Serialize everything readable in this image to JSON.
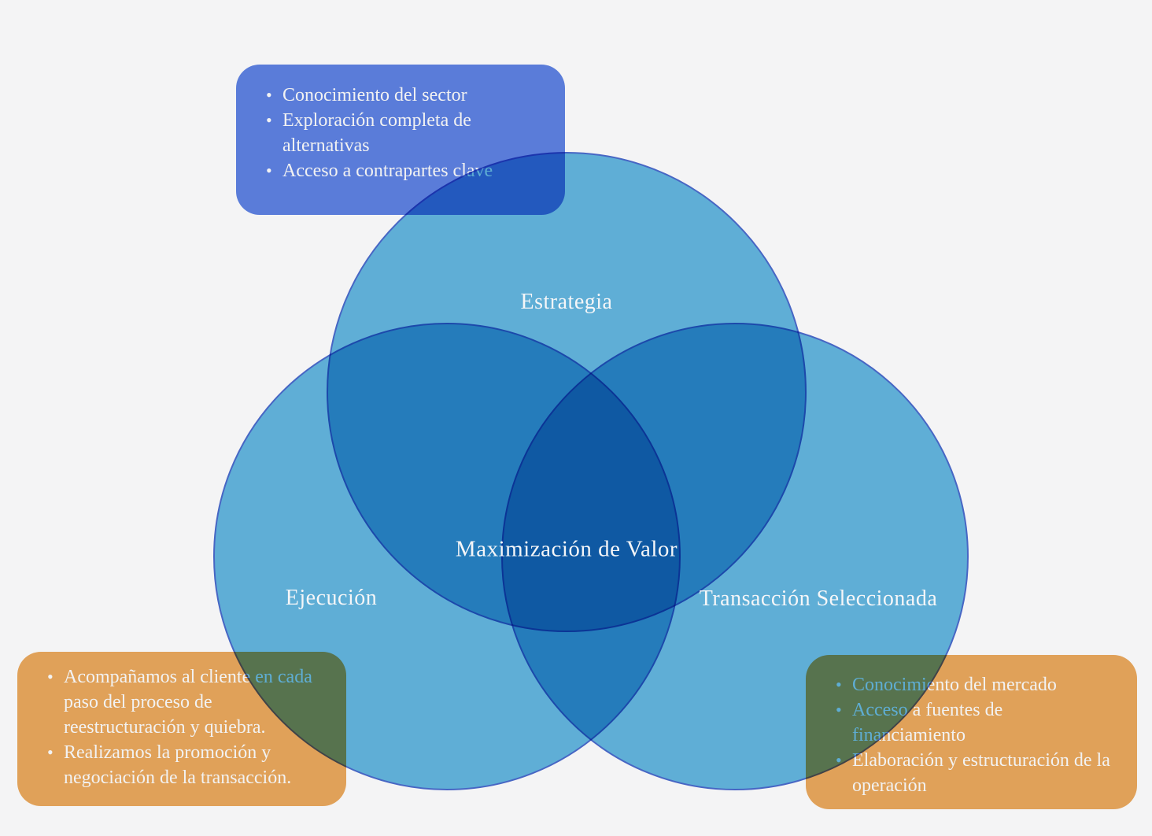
{
  "background": "#f4f4f5",
  "colors": {
    "circle_fill": "#63b6df",
    "circle_stroke": "#4a6acc",
    "blue_box": "#5a7cd9",
    "orange_box": "#e0a159",
    "box_text": "#f2f2f2",
    "label_text": "#f5f6f8"
  },
  "diagram": {
    "type": "venn",
    "center_label": "Maximización de Valor",
    "circles": [
      {
        "id": "estrategia",
        "label": "Estrategia"
      },
      {
        "id": "ejecucion",
        "label": "Ejecución"
      },
      {
        "id": "transaccion",
        "label": "Transacción Seleccionada"
      }
    ],
    "callouts": [
      {
        "id": "estrategia",
        "color": "#5a7cd9",
        "items": [
          "Conocimiento del sector",
          "Exploración completa de alternativas",
          "Acceso a contrapartes clave"
        ]
      },
      {
        "id": "ejecucion",
        "color": "#e0a159",
        "items": [
          "Acompañamos al cliente en cada paso del proceso de reestructuración y quiebra.",
          "Realizamos la promoción y negociación de la transacción."
        ]
      },
      {
        "id": "transaccion",
        "color": "#e0a159",
        "items": [
          "Conocimiento del mercado",
          "Acceso a fuentes de financiamiento",
          "Elaboración y estructuración de la operación"
        ]
      }
    ]
  }
}
